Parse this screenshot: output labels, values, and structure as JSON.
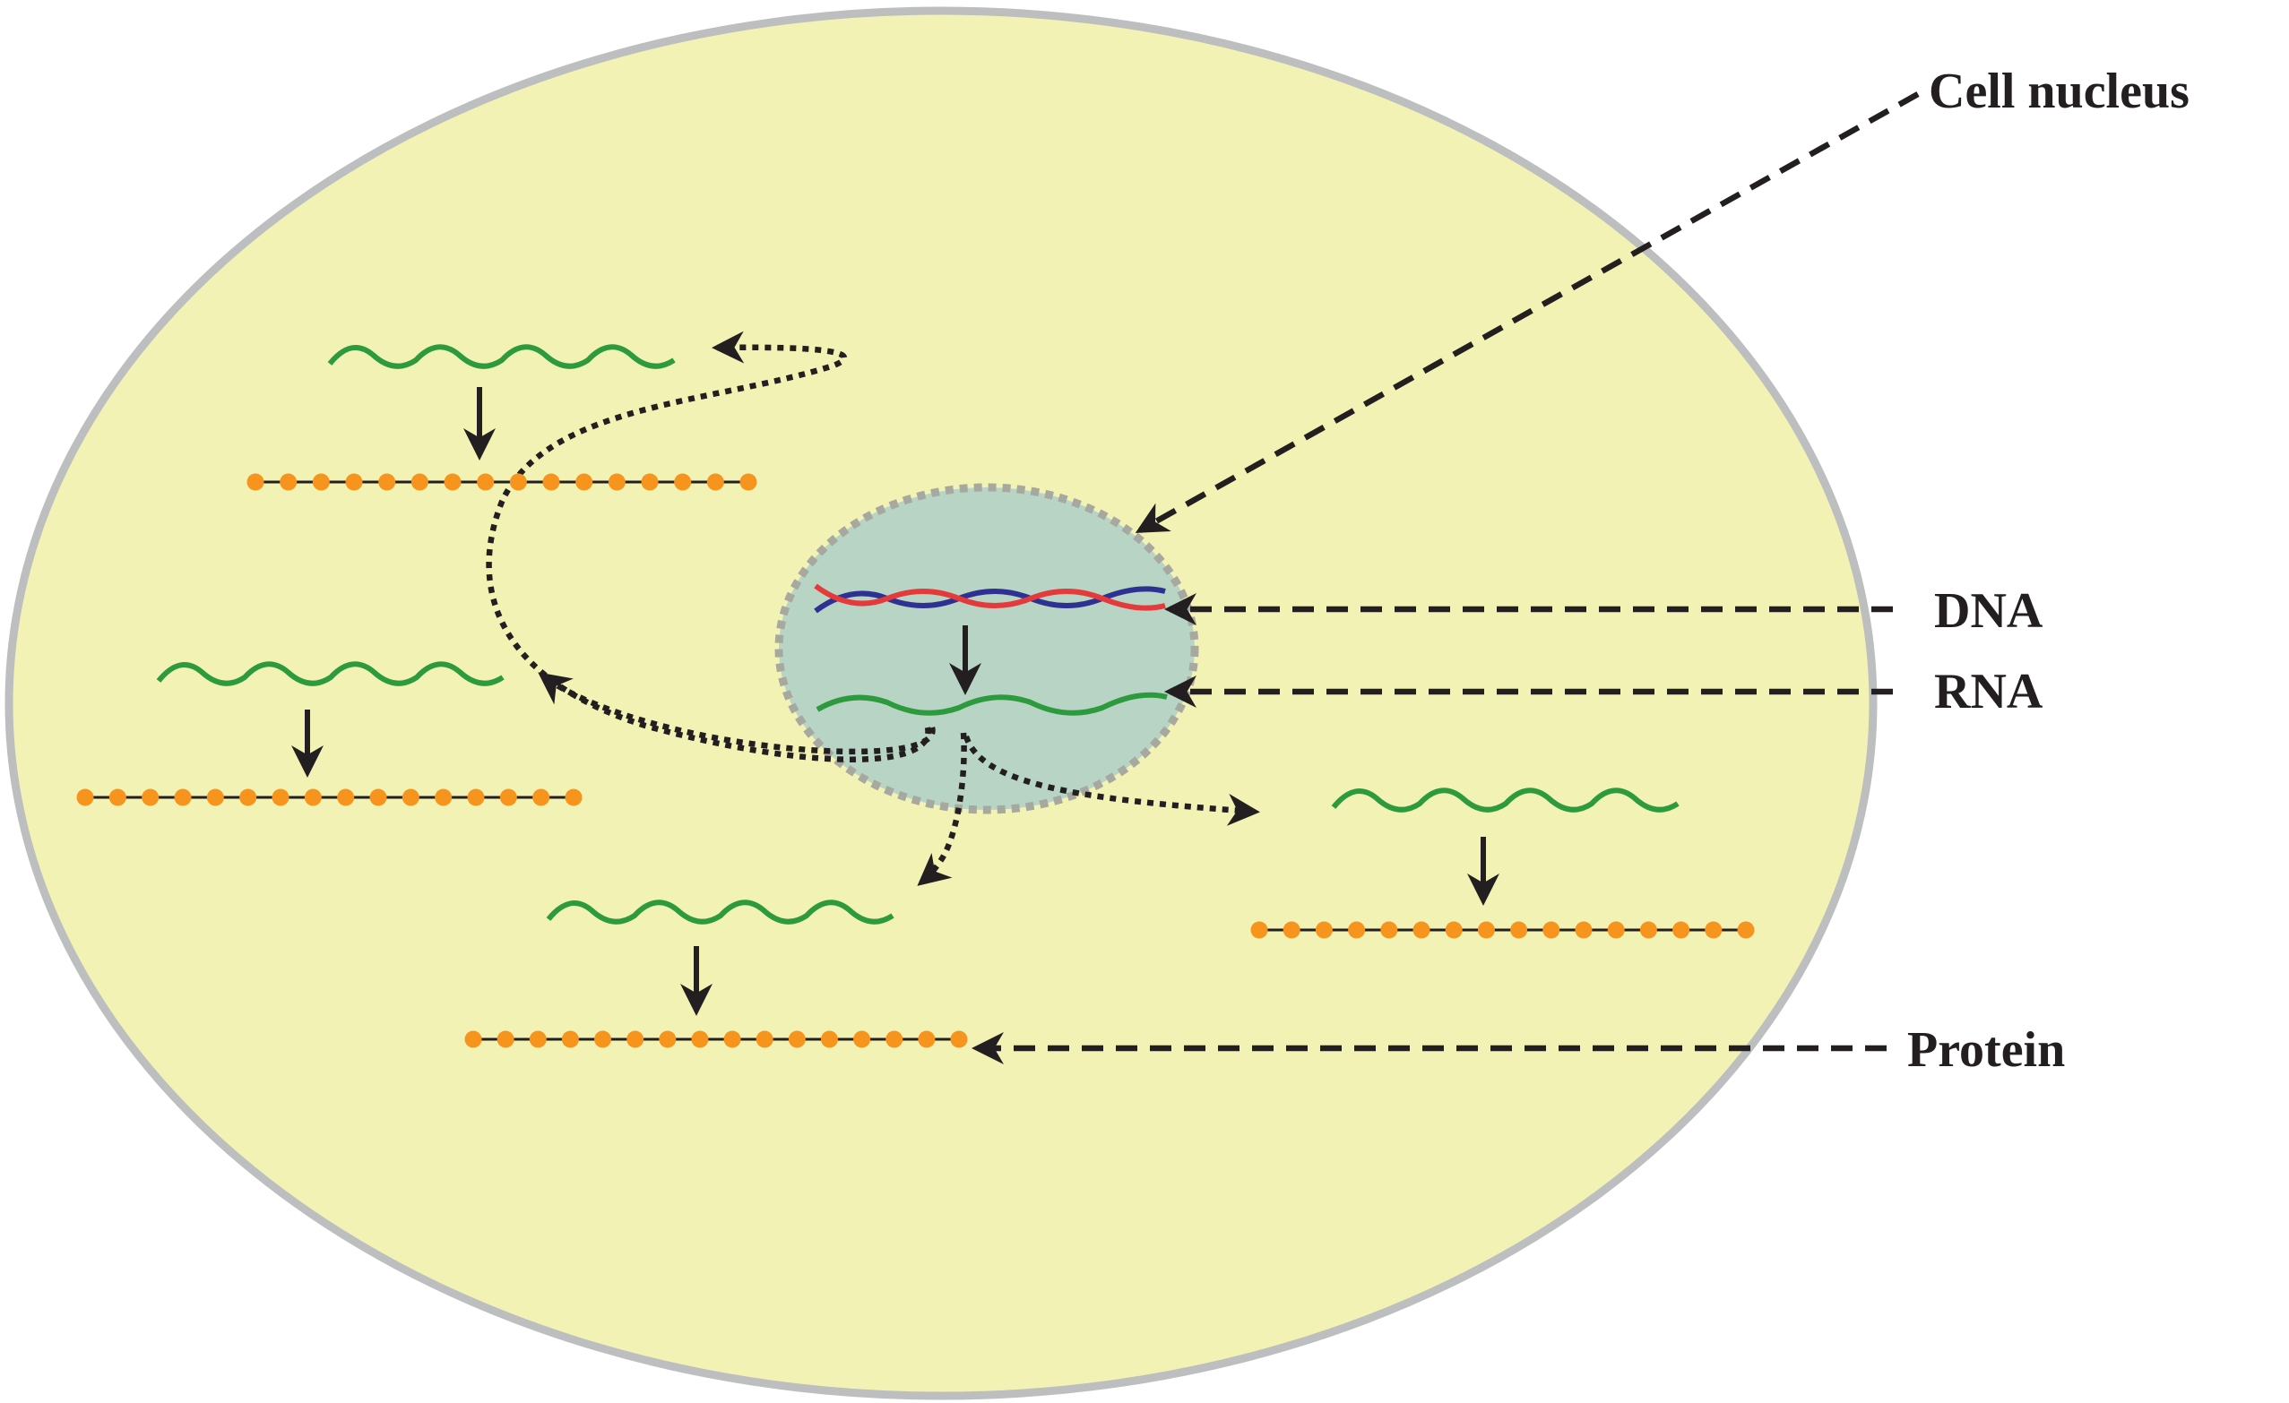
{
  "labels": {
    "nucleus": "Cell nucleus",
    "dna": "DNA",
    "rna": "RNA",
    "protein": "Protein"
  },
  "colors": {
    "cytoplasm": "#f3f2b5",
    "cell_membrane": "#bcbec0",
    "nucleus_fill": "#b8d4c5",
    "nucleus_border": "#a7a9a0",
    "dna_strand_1": "#e53a3c",
    "dna_strand_2": "#2e3192",
    "rna": "#2e9a3e",
    "protein_bead": "#f7941d",
    "protein_backbone": "#231f20",
    "arrows": "#231f20"
  }
}
